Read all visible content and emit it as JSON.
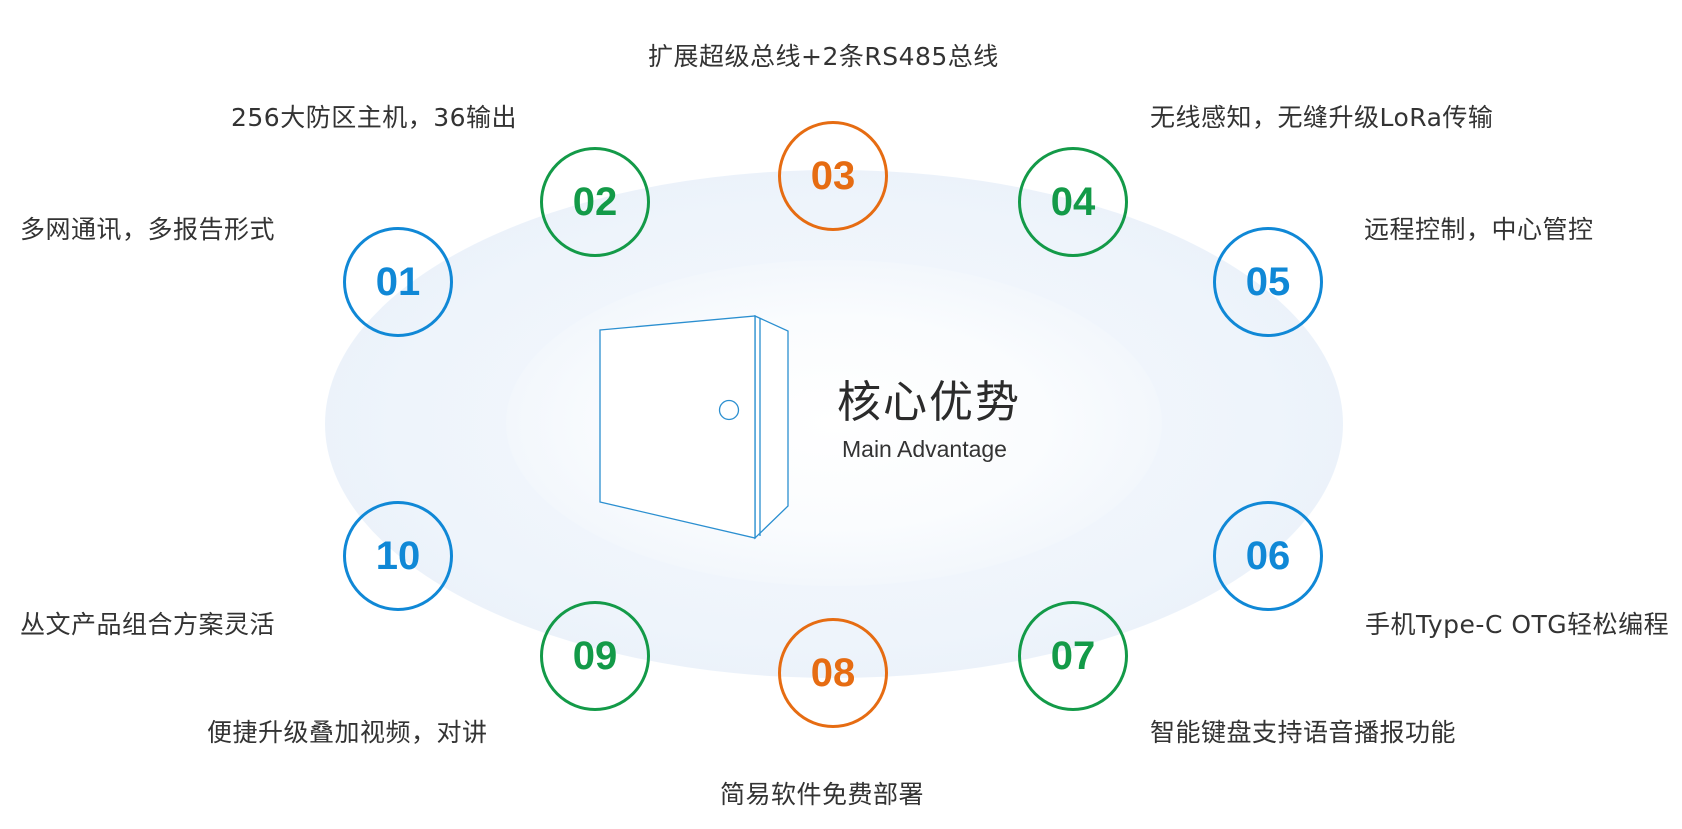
{
  "colors": {
    "blue": "#1088d6",
    "green": "#139a48",
    "orange": "#e66c12",
    "text": "#333333",
    "box_line": "#2b8fd0"
  },
  "center": {
    "title": "核心优势",
    "subtitle": "Main Advantage",
    "icon": "cabinet-icon"
  },
  "features": [
    {
      "num": "01",
      "color": "blue",
      "label": "多网通讯，多报告形式"
    },
    {
      "num": "02",
      "color": "green",
      "label": "256大防区主机，36输出"
    },
    {
      "num": "03",
      "color": "orange",
      "label": "扩展超级总线+2条RS485总线"
    },
    {
      "num": "04",
      "color": "green",
      "label": "无线感知，无缝升级LoRa传输"
    },
    {
      "num": "05",
      "color": "blue",
      "label": "远程控制，中心管控"
    },
    {
      "num": "06",
      "color": "blue",
      "label": "手机Type-C OTG轻松编程"
    },
    {
      "num": "07",
      "color": "green",
      "label": "智能键盘支持语音播报功能"
    },
    {
      "num": "08",
      "color": "orange",
      "label": "简易软件免费部署"
    },
    {
      "num": "09",
      "color": "green",
      "label": "便捷升级叠加视频，对讲"
    },
    {
      "num": "10",
      "color": "blue",
      "label": "丛文产品组合方案灵活"
    }
  ]
}
